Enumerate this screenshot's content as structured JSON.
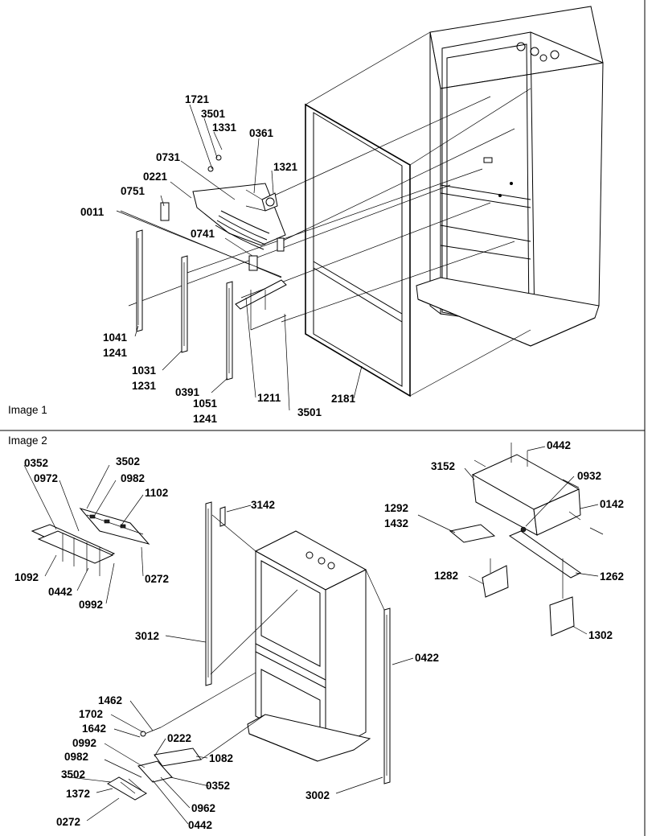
{
  "frame": {
    "captions": [
      "Image 1",
      "Image 2"
    ]
  },
  "image1": {
    "callouts": {
      "c1721": "1721",
      "c3501a": "3501",
      "c1331": "1331",
      "c0361": "0361",
      "c0731": "0731",
      "c1321": "1321",
      "c0221": "0221",
      "c0751": "0751",
      "c0011": "0011",
      "c0741": "0741",
      "c1041": "1041",
      "c1241a": "1241",
      "c1031": "1031",
      "c1231": "1231",
      "c0391": "0391",
      "c1051": "1051",
      "c1241b": "1241",
      "c1211": "1211",
      "c3501b": "3501",
      "c2181": "2181"
    }
  },
  "image2": {
    "callouts": {
      "c0352a": "0352",
      "c3502a": "3502",
      "c0972": "0972",
      "c0982a": "0982",
      "c1102": "1102",
      "c1092": "1092",
      "c0442a": "0442",
      "c0992a": "0992",
      "c0272a": "0272",
      "c3142": "3142",
      "c3012": "3012",
      "c0422": "0422",
      "c0442b": "0442",
      "c3152": "3152",
      "c0932": "0932",
      "c0142": "0142",
      "c1292": "1292",
      "c1432": "1432",
      "c1282": "1282",
      "c1262": "1262",
      "c1302": "1302",
      "c1462": "1462",
      "c1702": "1702",
      "c1642": "1642",
      "c0222": "0222",
      "c0992b": "0992",
      "c1082": "1082",
      "c0982b": "0982",
      "c3502b": "3502",
      "c0352b": "0352",
      "c1372": "1372",
      "c0962": "0962",
      "c3002": "3002",
      "c0272b": "0272",
      "c0442c": "0442"
    }
  }
}
